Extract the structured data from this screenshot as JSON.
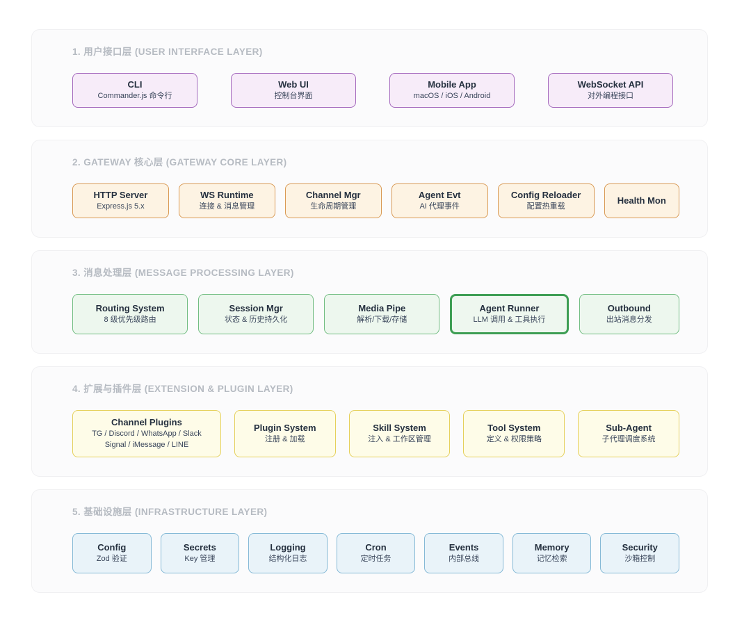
{
  "diagram": {
    "highlighted_node": "Agent Runner",
    "section_fill": "#fbfbfc",
    "section_border": "#f0f0f2",
    "title_color": "#b6bbc2"
  },
  "layers": {
    "l1": {
      "title": "1. 用户接口层 (USER INTERFACE LAYER)",
      "accent_border": "#a469bd",
      "accent_fill": "#f7ecf9",
      "boxes": [
        {
          "title": "CLI",
          "subtitle": "Commander.js 命令行"
        },
        {
          "title": "Web UI",
          "subtitle": "控制台界面"
        },
        {
          "title": "Mobile App",
          "subtitle": "macOS / iOS / Android"
        },
        {
          "title": "WebSocket API",
          "subtitle": "对外编程接口"
        }
      ]
    },
    "l2": {
      "title": "2. GATEWAY 核心层 (GATEWAY CORE LAYER)",
      "accent_border": "#d99a55",
      "accent_fill": "#fdf3e3",
      "boxes": [
        {
          "title": "HTTP Server",
          "subtitle": "Express.js 5.x"
        },
        {
          "title": "WS Runtime",
          "subtitle": "连接 & 消息管理"
        },
        {
          "title": "Channel Mgr",
          "subtitle": "生命周期管理"
        },
        {
          "title": "Agent Evt",
          "subtitle": "AI 代理事件"
        },
        {
          "title": "Config Reloader",
          "subtitle": "配置热重载"
        },
        {
          "title": "Health Mon",
          "subtitle": ""
        }
      ]
    },
    "l3": {
      "title": "3. 消息处理层 (MESSAGE PROCESSING LAYER)",
      "accent_border": "#72bd82",
      "accent_fill": "#edf7ee",
      "highlight_border": "#3e9e54",
      "boxes": [
        {
          "title": "Routing System",
          "subtitle": "8 级优先级路由"
        },
        {
          "title": "Session Mgr",
          "subtitle": "状态 & 历史持久化"
        },
        {
          "title": "Media Pipe",
          "subtitle": "解析/下载/存储"
        },
        {
          "title": "Agent Runner",
          "subtitle": "LLM 调用 & 工具执行"
        },
        {
          "title": "Outbound",
          "subtitle": "出站消息分发"
        }
      ]
    },
    "l4": {
      "title": "4. 扩展与插件层 (EXTENSION & PLUGIN LAYER)",
      "accent_border": "#e5d05c",
      "accent_fill": "#fefce8",
      "boxes": [
        {
          "title": "Channel Plugins",
          "subtitle": "TG / Discord / WhatsApp / Slack",
          "subtitle2": "Signal / iMessage / LINE"
        },
        {
          "title": "Plugin System",
          "subtitle": "注册 & 加载"
        },
        {
          "title": "Skill System",
          "subtitle": "注入 & 工作区管理"
        },
        {
          "title": "Tool System",
          "subtitle": "定义 & 权限策略"
        },
        {
          "title": "Sub-Agent",
          "subtitle": "子代理调度系统"
        }
      ]
    },
    "l5": {
      "title": "5. 基础设施层 (INFRASTRUCTURE LAYER)",
      "accent_border": "#85b9d6",
      "accent_fill": "#e9f3f9",
      "boxes": [
        {
          "title": "Config",
          "subtitle": "Zod 验证"
        },
        {
          "title": "Secrets",
          "subtitle": "Key 管理"
        },
        {
          "title": "Logging",
          "subtitle": "结构化日志"
        },
        {
          "title": "Cron",
          "subtitle": "定时任务"
        },
        {
          "title": "Events",
          "subtitle": "内部总线"
        },
        {
          "title": "Memory",
          "subtitle": "记忆检索"
        },
        {
          "title": "Security",
          "subtitle": "沙箱控制"
        }
      ]
    }
  }
}
